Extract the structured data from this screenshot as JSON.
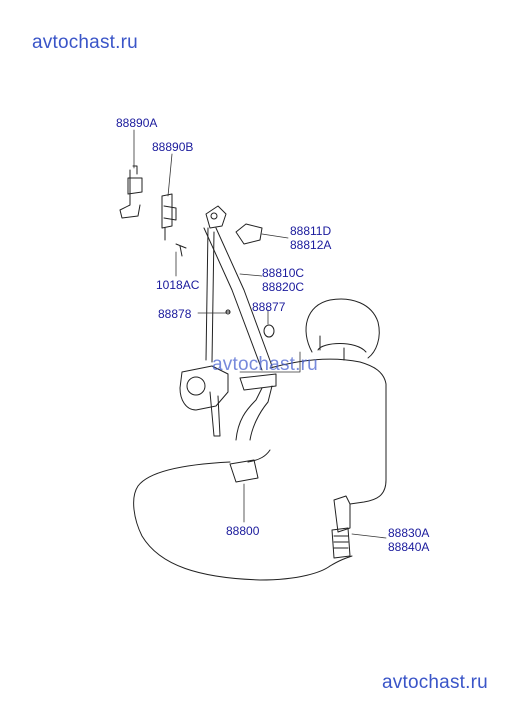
{
  "watermarks": {
    "top": "avtochast.ru",
    "middle": "avtochast.ru",
    "bottom": "avtochast.ru"
  },
  "parts": [
    {
      "id": "p1",
      "label": "88890A"
    },
    {
      "id": "p2",
      "label": "88890B"
    },
    {
      "id": "p3",
      "label": "88811D"
    },
    {
      "id": "p4",
      "label": "88812A"
    },
    {
      "id": "p5",
      "label": "1018AC"
    },
    {
      "id": "p6",
      "label": "88810C"
    },
    {
      "id": "p7",
      "label": "88820C"
    },
    {
      "id": "p8",
      "label": "88877"
    },
    {
      "id": "p9",
      "label": "88878"
    },
    {
      "id": "p10",
      "label": "88800"
    },
    {
      "id": "p11",
      "label": "88830A"
    },
    {
      "id": "p12",
      "label": "88840A"
    }
  ],
  "colors": {
    "label": "#1a1a9c",
    "watermark": "#3a55c8",
    "line": "#222222"
  }
}
